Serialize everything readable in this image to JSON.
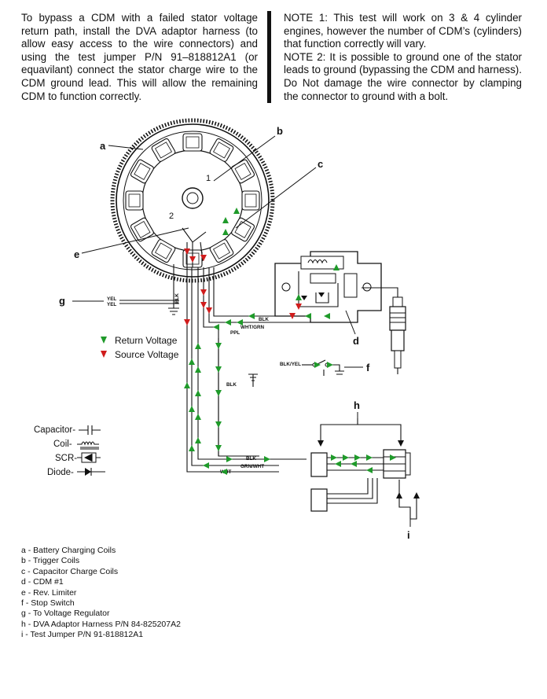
{
  "intro": "To bypass a CDM with a failed stator voltage return path, install the DVA adaptor harness (to allow easy access to the wire connectors) and using the test jumper P/N 91–818812A1 (or equavilant) connect the stator charge wire to the CDM ground lead.  This will allow the remaining CDM to function correctly.",
  "notes": [
    "NOTE 1: This test will work on 3 & 4 cylinder engines, however the number of CDM’s (cylinders) that function correctly will vary.",
    "NOTE 2: It is possible to ground one of the stator leads to ground (bypassing the CDM and harness).  Do Not damage the wire connector by clamping the connector to ground with a bolt."
  ],
  "callouts": {
    "a": "a",
    "b": "b",
    "c": "c",
    "d": "d",
    "e": "e",
    "f": "f",
    "g": "g",
    "h": "h",
    "i": "i"
  },
  "stator_numbers": {
    "one": "1",
    "two": "2"
  },
  "wires": {
    "blk_vertical": "BLK",
    "yel_1": "YEL",
    "yel_2": "YEL",
    "blk_top": "BLK",
    "wht_grn": "WHT/GRN",
    "ppl": "PPL",
    "blk_mid": "BLK",
    "blk_yel": "BLK/YEL",
    "blk_bottom": "BLK",
    "grn_wht": "GRN/WHT",
    "wht": "WHT"
  },
  "voltage_legend": {
    "return": "Return Voltage",
    "source": "Source Voltage"
  },
  "colors": {
    "return": "#1f9a2a",
    "source": "#d01c1c"
  },
  "symbol_legend": {
    "capacitor": "Capacitor-",
    "coil": "Coil-",
    "scr": "SCR-",
    "diode": "Diode-"
  },
  "component_legend": [
    "a - Battery Charging Coils",
    "b - Trigger Coils",
    "c - Capacitor Charge Coils",
    "d - CDM #1",
    "e - Rev. Limiter",
    "f - Stop Switch",
    "g - To Voltage Regulator",
    "h - DVA Adaptor Harness P/N 84-825207A2",
    "i  - Test Jumper P/N 91-818812A1"
  ]
}
